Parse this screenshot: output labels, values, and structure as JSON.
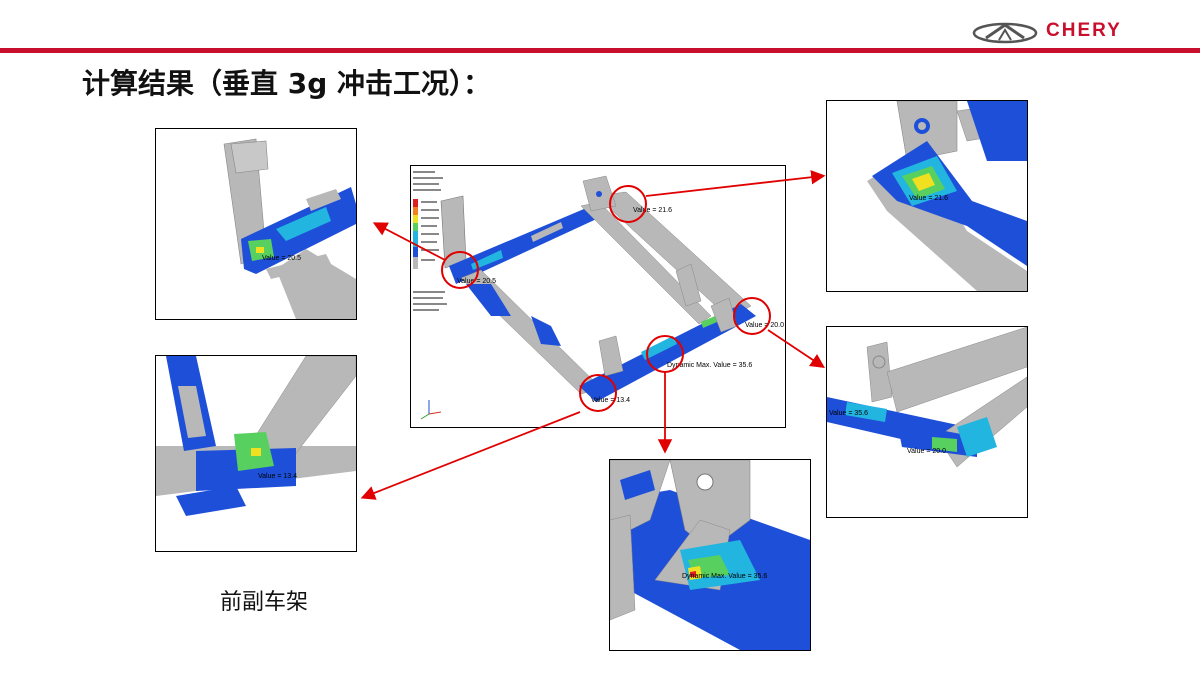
{
  "header": {
    "brand": "CHERY",
    "title": "计算结果（垂直 3g 冲击工况）："
  },
  "colors": {
    "accent_red": "#c8102e",
    "stress_blue": "#1e4fd8",
    "stress_cyan": "#22b5e0",
    "stress_green": "#58d060",
    "stress_yellow": "#f0e020",
    "stress_red": "#e02020",
    "part_gray": "#b8b8b8"
  },
  "caption": "前副车架",
  "labels": {
    "top_left": "Value = 20.5",
    "bottom_left": "Value = 13.4",
    "top_right": "Value = 21.6",
    "mid_right_a": "Value = 35.6",
    "mid_right_b": "Value = 20.0",
    "bottom_center": "Dynamic Max. Value = 35.6",
    "main_21": "Value = 21.6",
    "main_20_5": "Value = 20.5",
    "main_20": "Value = 20.0",
    "main_35": "Dynamic Max. Value = 35.6",
    "main_13": "Value = 13.4"
  }
}
